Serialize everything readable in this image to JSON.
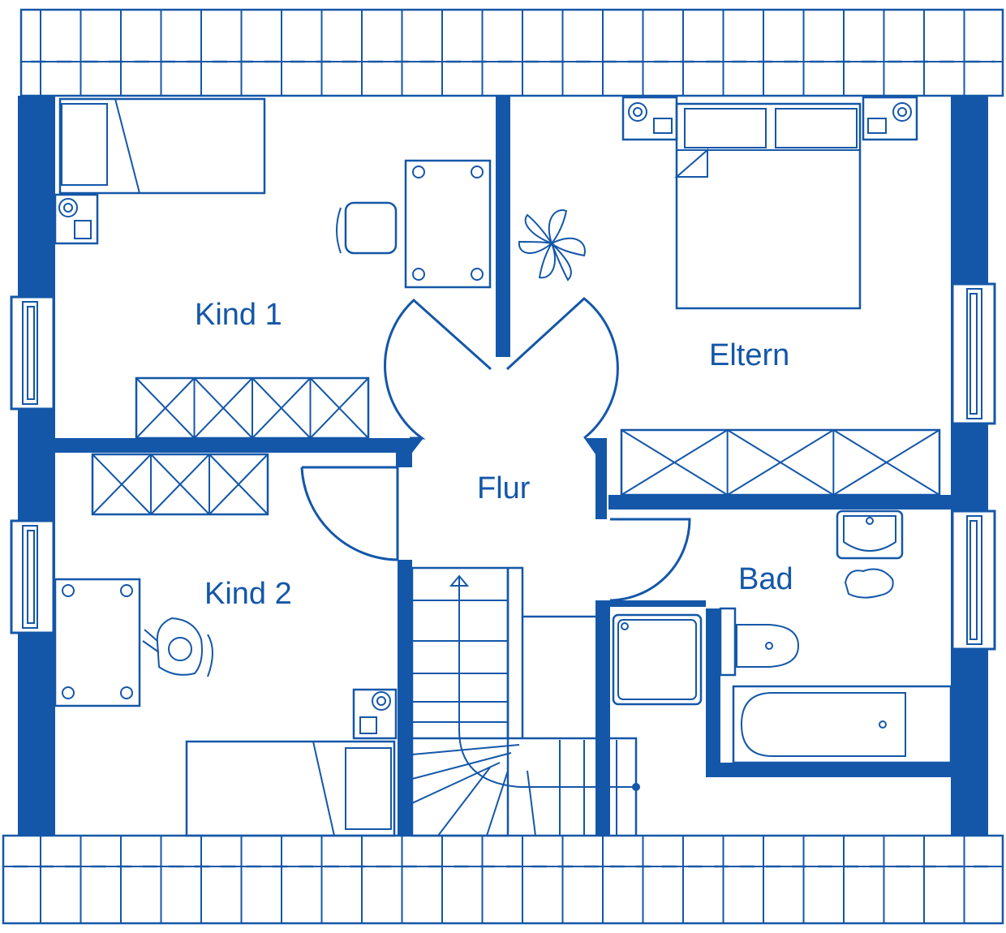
{
  "plan": {
    "rooms": {
      "kind1": "Kind 1",
      "eltern": "Eltern",
      "flur": "Flur",
      "kind2": "Kind 2",
      "bad": "Bad"
    },
    "colors": {
      "ink": "#1457a8",
      "paper": "#ffffff"
    },
    "icons": {
      "stair_arrow": "up-arrow",
      "plant": "leaf-plant",
      "person": "seated-person"
    }
  }
}
